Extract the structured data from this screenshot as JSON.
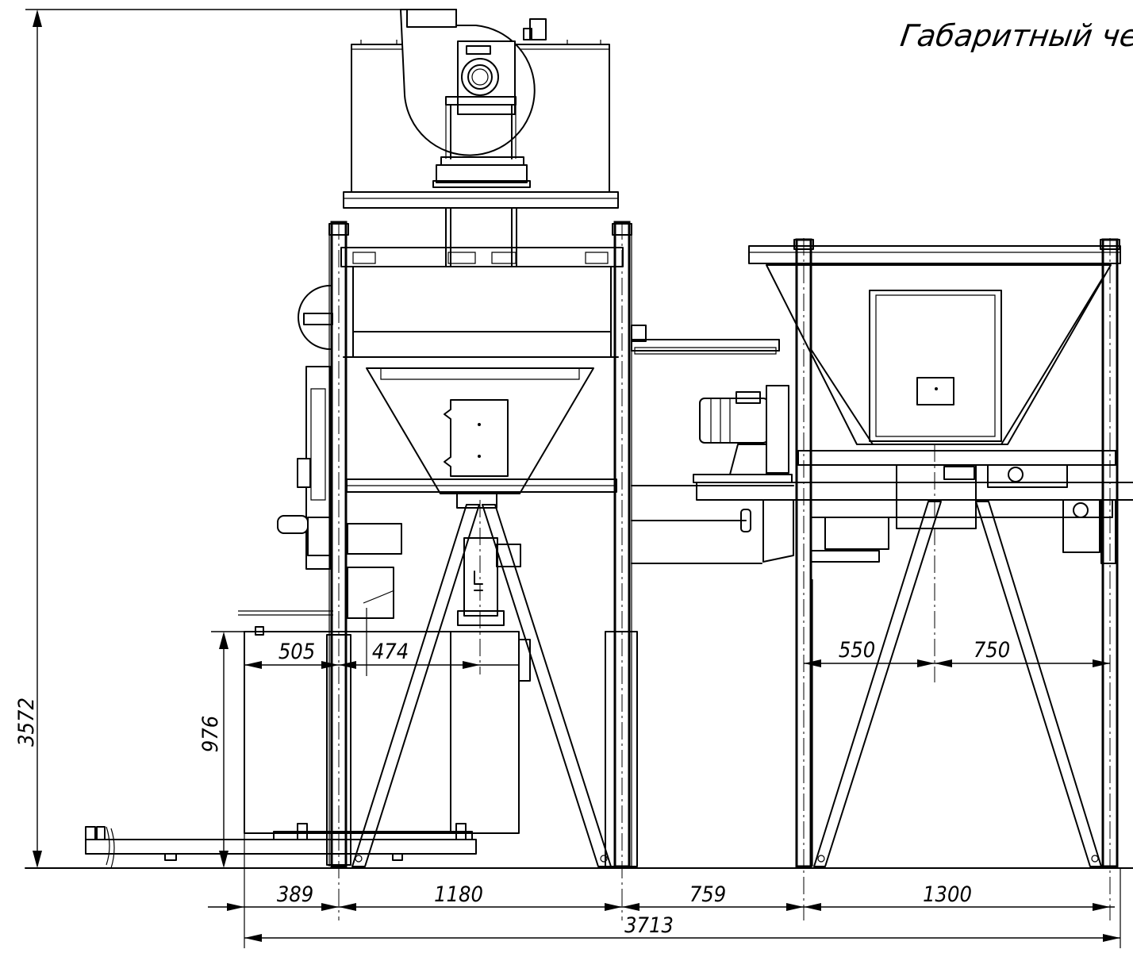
{
  "title": "Габаритный черте",
  "dimensions": {
    "overall_height": "3572",
    "platform_height": "976",
    "offset_505": "505",
    "offset_474": "474",
    "offset_550": "550",
    "offset_750": "750",
    "base_389": "389",
    "base_1180": "1180",
    "base_759": "759",
    "base_1300": "1300",
    "overall_length": "3713"
  },
  "colors": {
    "line": "#000000",
    "background": "#ffffff"
  }
}
